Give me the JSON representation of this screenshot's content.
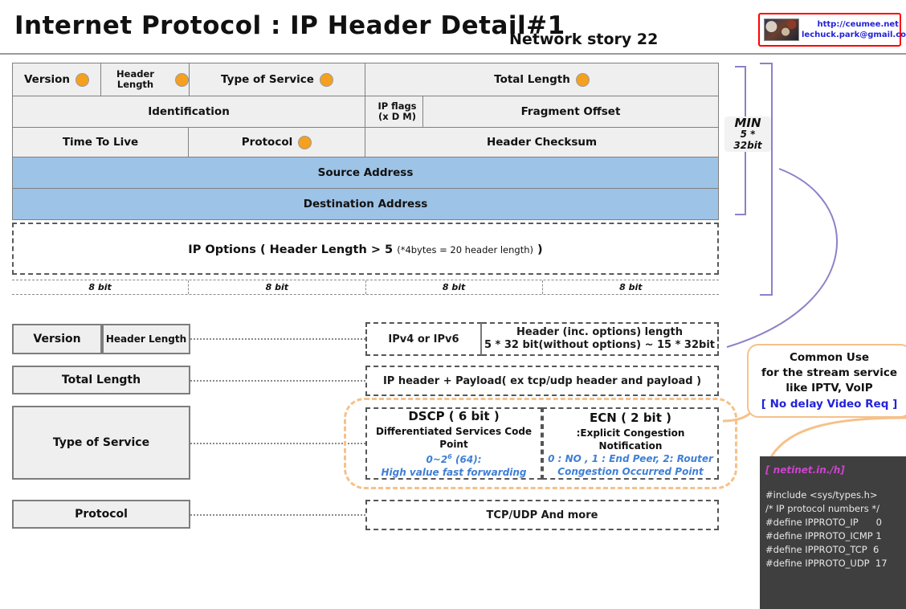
{
  "header": {
    "title": "Internet Protocol : IP Header Detail#1",
    "subtitle": "Network story 22",
    "logo": {
      "url": "http://ceumee.net",
      "email": "lechuck.park@gmail.com"
    }
  },
  "ip_header_table": {
    "rows": [
      {
        "cells": [
          {
            "label": "Version",
            "marker": true
          },
          {
            "label": "Header Length",
            "marker": true
          },
          {
            "label": "Type of Service",
            "marker": true
          },
          {
            "label": "Total Length",
            "marker": true
          }
        ]
      },
      {
        "cells": [
          {
            "label": "Identification",
            "marker": false
          },
          {
            "label": "IP flags (x D M)",
            "marker": false
          },
          {
            "label": "Fragment Offset",
            "marker": false
          }
        ]
      },
      {
        "cells": [
          {
            "label": "Time To Live",
            "marker": false
          },
          {
            "label": "Protocol",
            "marker": true
          },
          {
            "label": "Header Checksum",
            "marker": false
          }
        ]
      }
    ],
    "source_address": "Source Address",
    "destination_address": "Destination Address",
    "ip_options_main": "IP Options ( Header Length > 5 ",
    "ip_options_note": "(*4bytes = 20 header length)",
    "ip_options_close": " )",
    "ruler": [
      "8 bit",
      "8 bit",
      "8 bit",
      "8 bit"
    ],
    "min_bracket": {
      "line1": "MIN",
      "line2": "5 *",
      "line3": "32bit"
    }
  },
  "detail": {
    "version_box": "Version",
    "header_length_box": "Header Length",
    "total_length_box": "Total Length",
    "type_of_service_box": "Type of Service",
    "protocol_box": "Protocol",
    "ip_version_explain": "IPv4 or IPv6",
    "header_length_explain_l1": "Header (inc. options) length",
    "header_length_explain_l2": "5 * 32 bit(without options) ~ 15 * 32bit",
    "total_length_explain": "IP header + Payload( ex tcp/udp header and payload )",
    "dscp": {
      "title": "DSCP ( 6 bit )",
      "subtitle": "Differentiated Services Code Point",
      "note1_a": "0~2",
      "note1_sup": "6",
      "note1_b": " (64):",
      "note2": "High value fast forwarding"
    },
    "ecn": {
      "title": "ECN ( 2 bit )",
      "subtitle": ":Explicit Congestion Notification",
      "note1": "0 : NO , 1 : End Peer, 2: Router",
      "note2": "Congestion Occurred  Point"
    },
    "protocol_explain": "TCP/UDP And more"
  },
  "common_use": {
    "line1": "Common Use",
    "line2": "for the stream service",
    "line3": "like  IPTV, VoIP",
    "line4": "[ No delay Video Req ]"
  },
  "code_block": {
    "title": "[ netinet.in./h]",
    "lines": [
      "#include <sys/types.h>",
      "",
      "/* IP protocol numbers */",
      "#define IPPROTO_IP      0",
      "#define IPPROTO_ICMP 1",
      "#define IPPROTO_TCP  6",
      "#define IPPROTO_UDP  17"
    ]
  },
  "colors": {
    "address_blue": "#9dc3e6",
    "cell_gray": "#efefef",
    "marker_orange": "#f5a01e",
    "bracket_purple": "#8e80c8",
    "accent_orange": "#f6c18a",
    "link_blue": "#2323d8",
    "italic_blue": "#3f7fd4",
    "code_bg": "#3f3f3f",
    "code_title": "#cc44cc",
    "logo_border_red": "#ff0000"
  }
}
